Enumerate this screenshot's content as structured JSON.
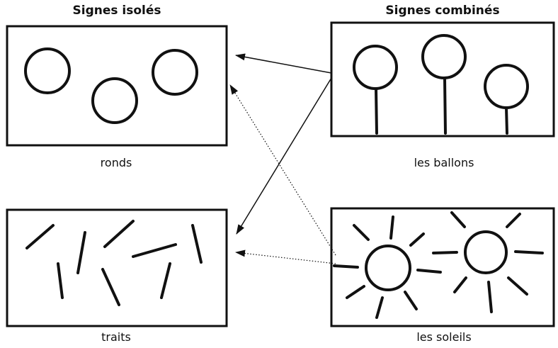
{
  "headings": {
    "left": "Signes isolés",
    "right": "Signes combinés"
  },
  "captions": {
    "ronds": "ronds",
    "traits": "traits",
    "ballons": "les ballons",
    "soleils": "les soleils"
  },
  "colors": {
    "ink": "#111111"
  }
}
